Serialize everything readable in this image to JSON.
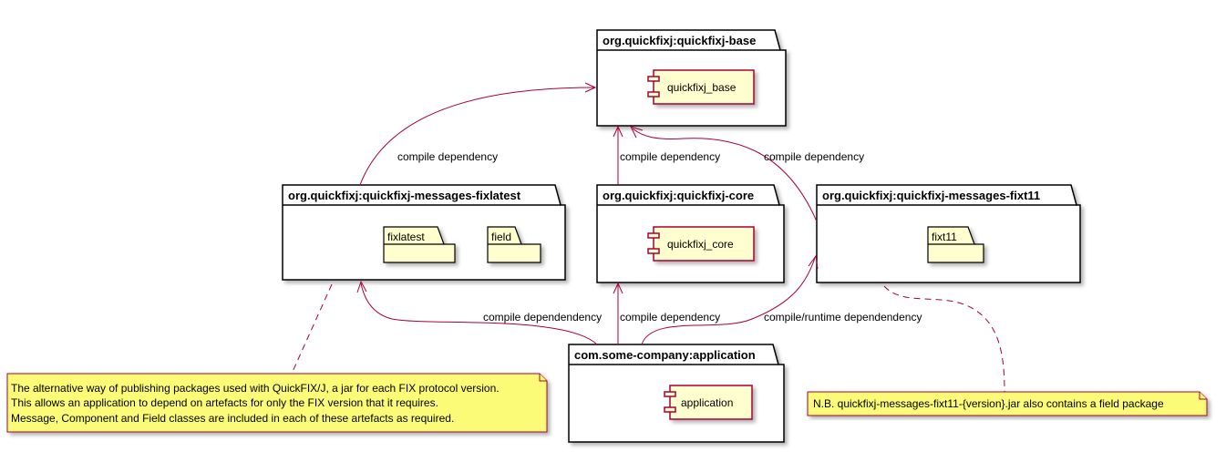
{
  "packages": {
    "base": {
      "title": "org.quickfixj:quickfixj-base",
      "component": "quickfixj_base"
    },
    "core": {
      "title": "org.quickfixj:quickfixj-core",
      "component": "quickfixj_core"
    },
    "fixlatest": {
      "title": "org.quickfixj:quickfixj-messages-fixlatest",
      "folders": [
        "fixlatest",
        "field"
      ]
    },
    "fixt11": {
      "title": "org.quickfixj:quickfixj-messages-fixt11",
      "folders": [
        "fixt11"
      ]
    },
    "application": {
      "title": "com.some-company:application",
      "component": "application"
    }
  },
  "edges": {
    "fixlatest_base": "compile dependency",
    "core_base": "compile dependency",
    "fixt11_base": "compile dependency",
    "app_fixlatest": "compile dependendency",
    "app_core": "compile dependency",
    "app_fixt11": "compile/runtime dependendency"
  },
  "notes": {
    "left": [
      "The alternative way of publishing packages used with QuickFIX/J, a jar for each FIX protocol version.",
      "This allows an application to depend on artefacts for only the FIX version that it requires.",
      "Message, Component and Field classes are included in each of these artefacts as required."
    ],
    "right": "N.B. quickfixj-messages-fixt11-{version}.jar also contains a field package"
  },
  "colors": {
    "arrow": "#A80036",
    "component_fill": "#FEFECE",
    "note_fill": "#FBFB77"
  }
}
